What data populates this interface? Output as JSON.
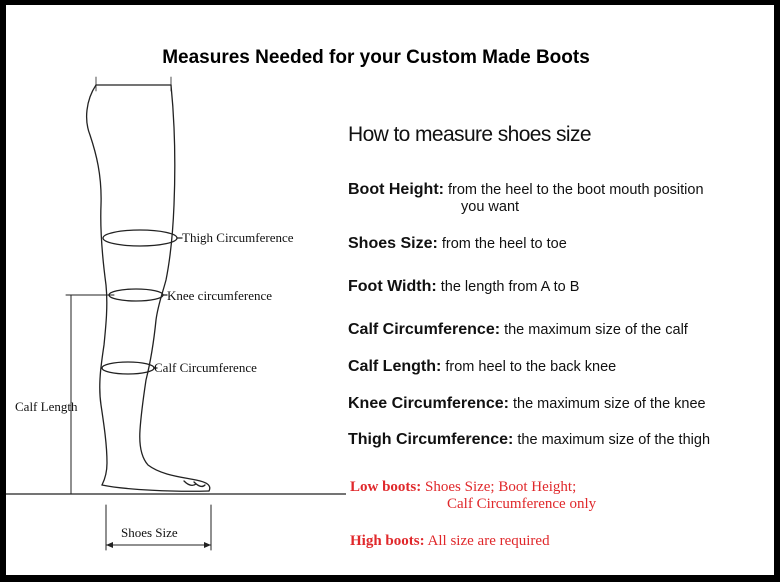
{
  "title": "Measures Needed for your Custom Made Boots",
  "figure_labels": {
    "thigh": "Thigh Circumference",
    "knee": "Knee circumference",
    "calf": "Calf Circumference",
    "calf_length": "Calf Length",
    "shoes_size": "Shoes Size"
  },
  "howto_heading": "How to measure shoes size",
  "definitions": [
    {
      "term": "Boot Height",
      "desc": "from the heel to the boot mouth position",
      "cont": "you want"
    },
    {
      "term": "Shoes Size",
      "desc": "from the heel to toe"
    },
    {
      "term": "Foot Width",
      "desc": "the length from A to B"
    },
    {
      "term": "Calf Circumference",
      "desc": "the maximum size of the calf"
    },
    {
      "term": "Calf Length",
      "desc": "from heel to the back knee"
    },
    {
      "term": "Knee Circumference",
      "desc": "the maximum size of the knee"
    },
    {
      "term": "Thigh Circumference",
      "desc": "the maximum size of the thigh"
    }
  ],
  "notes": {
    "low_label": "Low boots",
    "low_text": "Shoes Size; Boot Height;",
    "low_cont": "Calf Circumference only",
    "high_label": "High boots",
    "high_text": "All size are required"
  },
  "colors": {
    "note": "#e0282b",
    "frame": "#000000",
    "background": "#ffffff"
  }
}
